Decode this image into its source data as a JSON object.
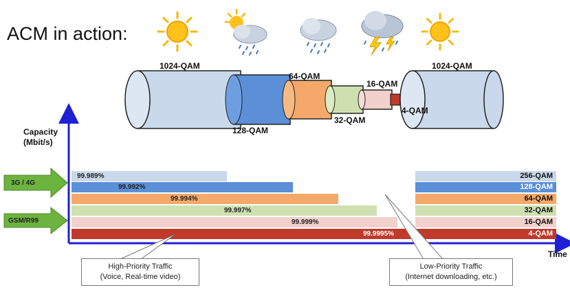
{
  "title": "ACM in action:",
  "weather": [
    {
      "icon": "sun-icon"
    },
    {
      "icon": "sun-cloud-rain-icon"
    },
    {
      "icon": "cloud-rain-icon"
    },
    {
      "icon": "storm-cloud-icon"
    },
    {
      "icon": "sun-icon"
    }
  ],
  "cylinders": [
    {
      "label": "1024-QAM",
      "color": "#c9d8ea"
    },
    {
      "label": "128-QAM",
      "color": "#5b8fd8"
    },
    {
      "label": "64-QAM",
      "color": "#f4a96a"
    },
    {
      "label": "32-QAM",
      "color": "#cfe0b0"
    },
    {
      "label": "16-QAM",
      "color": "#f2d0cc"
    },
    {
      "label": "4-QAM",
      "color": "#c0392b"
    },
    {
      "label": "1024-QAM",
      "color": "#c9d8ea"
    }
  ],
  "y_axis_label": "Capacity\n(Mbit/s)",
  "x_axis_label": "Time",
  "inputs": [
    {
      "label": "3G / 4G",
      "color": "#6db33f"
    },
    {
      "label": "GSM/R99",
      "color": "#6db33f"
    }
  ],
  "bands": [
    {
      "availability": "99.989%",
      "tier": "256-QAM",
      "color": "#c9d8ea",
      "text_light": false
    },
    {
      "availability": "99.992%",
      "tier": "128-QAM",
      "color": "#5b8fd8",
      "text_light": false,
      "tier_light": true
    },
    {
      "availability": "99.994%",
      "tier": "64-QAM",
      "color": "#f4a96a",
      "text_light": false
    },
    {
      "availability": "99.997%",
      "tier": "32-QAM",
      "color": "#cfe0b0",
      "text_light": false
    },
    {
      "availability": "99.999%",
      "tier": "16-QAM",
      "color": "#f2d0cc",
      "text_light": false
    },
    {
      "availability": "99.9995%",
      "tier": "4-QAM",
      "color": "#c0392b",
      "text_light": true,
      "tier_light": true
    }
  ],
  "callouts": {
    "high": {
      "line1": "High-Priority Traffic",
      "line2": "(Voice, Real-time video)"
    },
    "low": {
      "line1": "Low-Priority Traffic",
      "line2": "(Internet downloading, etc.)"
    }
  },
  "colors": {
    "axis": "#1f1fd6",
    "arrow_green": "#6db33f"
  }
}
